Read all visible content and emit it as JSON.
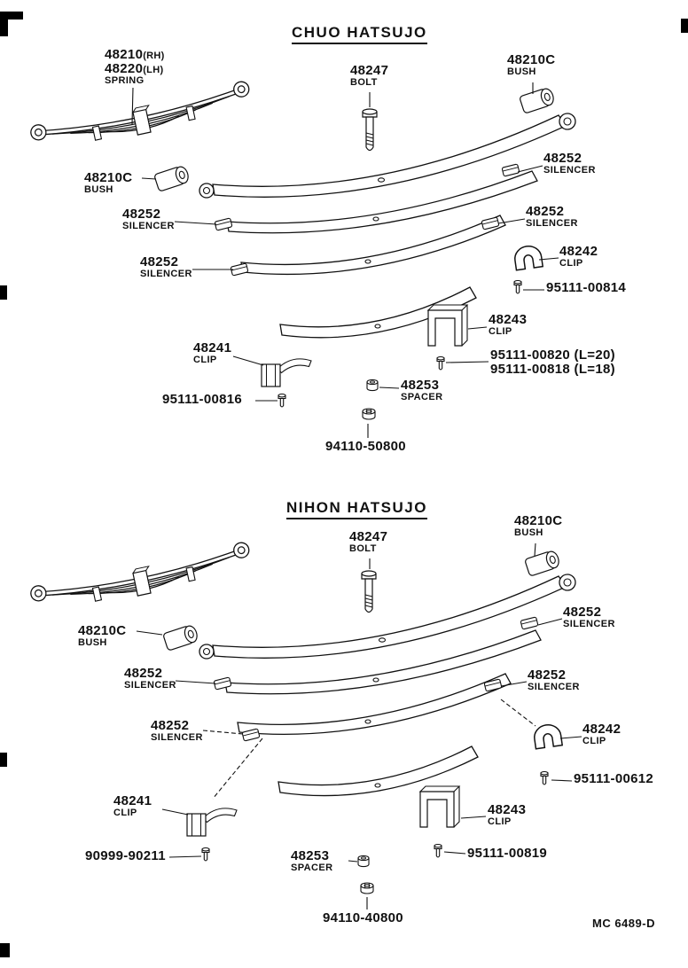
{
  "doc": {
    "code": "MC 6489-D"
  },
  "sections": {
    "chuo": {
      "title": "CHUO HATSUJO",
      "labels": {
        "spring": {
          "num": "48210",
          "numsuf": "(RH)",
          "num2": "48220",
          "num2suf": "(LH)",
          "desc": "SPRING"
        },
        "bolt": {
          "num": "48247",
          "desc": "BOLT"
        },
        "bush_tr": {
          "num": "48210C",
          "desc": "BUSH"
        },
        "bush_l": {
          "num": "48210C",
          "desc": "BUSH"
        },
        "sil_r1": {
          "num": "48252",
          "desc": "SILENCER"
        },
        "sil_l1": {
          "num": "48252",
          "desc": "SILENCER"
        },
        "sil_r2": {
          "num": "48252",
          "desc": "SILENCER"
        },
        "sil_l2": {
          "num": "48252",
          "desc": "SILENCER"
        },
        "clip42": {
          "num": "48242",
          "desc": "CLIP"
        },
        "b00814": {
          "num": "95111-00814"
        },
        "clip43": {
          "num": "48243",
          "desc": "CLIP"
        },
        "clip41": {
          "num": "48241",
          "desc": "CLIP"
        },
        "b00820": {
          "num": "95111-00820 (L=20)",
          "num2": "95111-00818 (L=18)"
        },
        "b00816": {
          "num": "95111-00816"
        },
        "spacer": {
          "num": "48253",
          "desc": "SPACER"
        },
        "nut": {
          "num": "94110-50800"
        }
      }
    },
    "nihon": {
      "title": "NIHON HATSUJO",
      "labels": {
        "bush_tr": {
          "num": "48210C",
          "desc": "BUSH"
        },
        "bolt": {
          "num": "48247",
          "desc": "BOLT"
        },
        "sil_r1": {
          "num": "48252",
          "desc": "SILENCER"
        },
        "bush_l": {
          "num": "48210C",
          "desc": "BUSH"
        },
        "sil_l1": {
          "num": "48252",
          "desc": "SILENCER"
        },
        "sil_r2": {
          "num": "48252",
          "desc": "SILENCER"
        },
        "sil_l2": {
          "num": "48252",
          "desc": "SILENCER"
        },
        "clip42": {
          "num": "48242",
          "desc": "CLIP"
        },
        "b00612": {
          "num": "95111-00612"
        },
        "clip41": {
          "num": "48241",
          "desc": "CLIP"
        },
        "clip43": {
          "num": "48243",
          "desc": "CLIP"
        },
        "b90211": {
          "num": "90999-90211"
        },
        "spacer": {
          "num": "48253",
          "desc": "SPACER"
        },
        "b00819": {
          "num": "95111-00819"
        },
        "nut": {
          "num": "94110-40800"
        }
      }
    }
  }
}
